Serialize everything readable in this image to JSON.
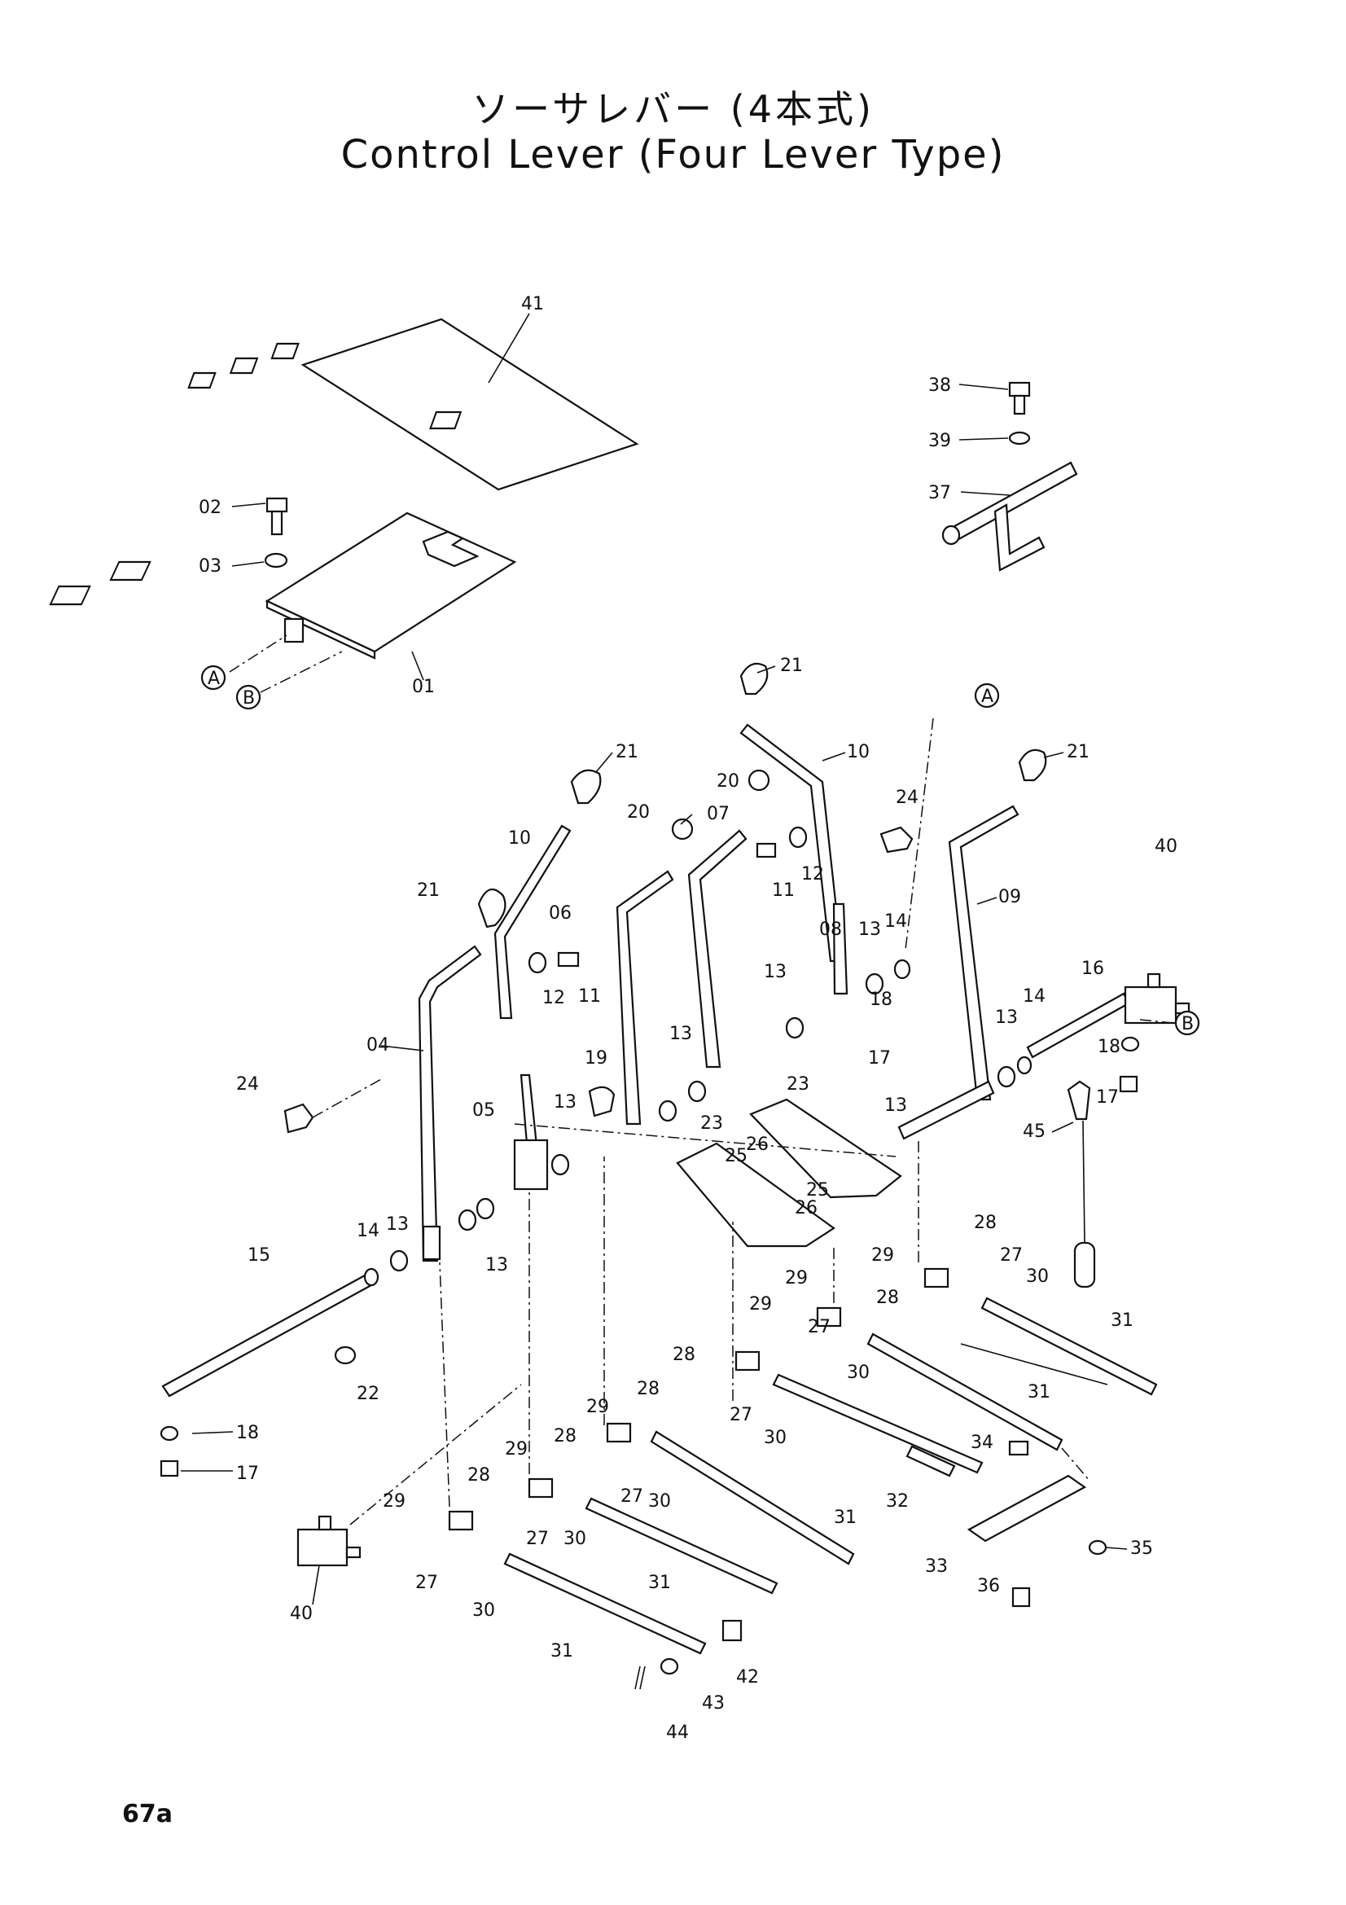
{
  "title": {
    "japanese": "ソーサレバー (4本式)",
    "english": "Control Lever (Four Lever Type)"
  },
  "page_number": "67a",
  "reference_markers": [
    "A",
    "B"
  ],
  "part_labels": {
    "p01": "01",
    "p02": "02",
    "p03": "03",
    "p04": "04",
    "p05": "05",
    "p06": "06",
    "p07": "07",
    "p08": "08",
    "p09": "09",
    "p10": "10",
    "p11": "11",
    "p12": "12",
    "p13": "13",
    "p14": "14",
    "p15": "15",
    "p16": "16",
    "p17": "17",
    "p18": "18",
    "p19": "19",
    "p20": "20",
    "p21": "21",
    "p22": "22",
    "p23": "23",
    "p24": "24",
    "p25": "25",
    "p26": "26",
    "p27": "27",
    "p28": "28",
    "p29": "29",
    "p30": "30",
    "p31": "31",
    "p32": "32",
    "p33": "33",
    "p34": "34",
    "p35": "35",
    "p36": "36",
    "p37": "37",
    "p38": "38",
    "p39": "39",
    "p40": "40",
    "p41": "41",
    "p42": "42",
    "p43": "43",
    "p44": "44",
    "p45": "45"
  }
}
